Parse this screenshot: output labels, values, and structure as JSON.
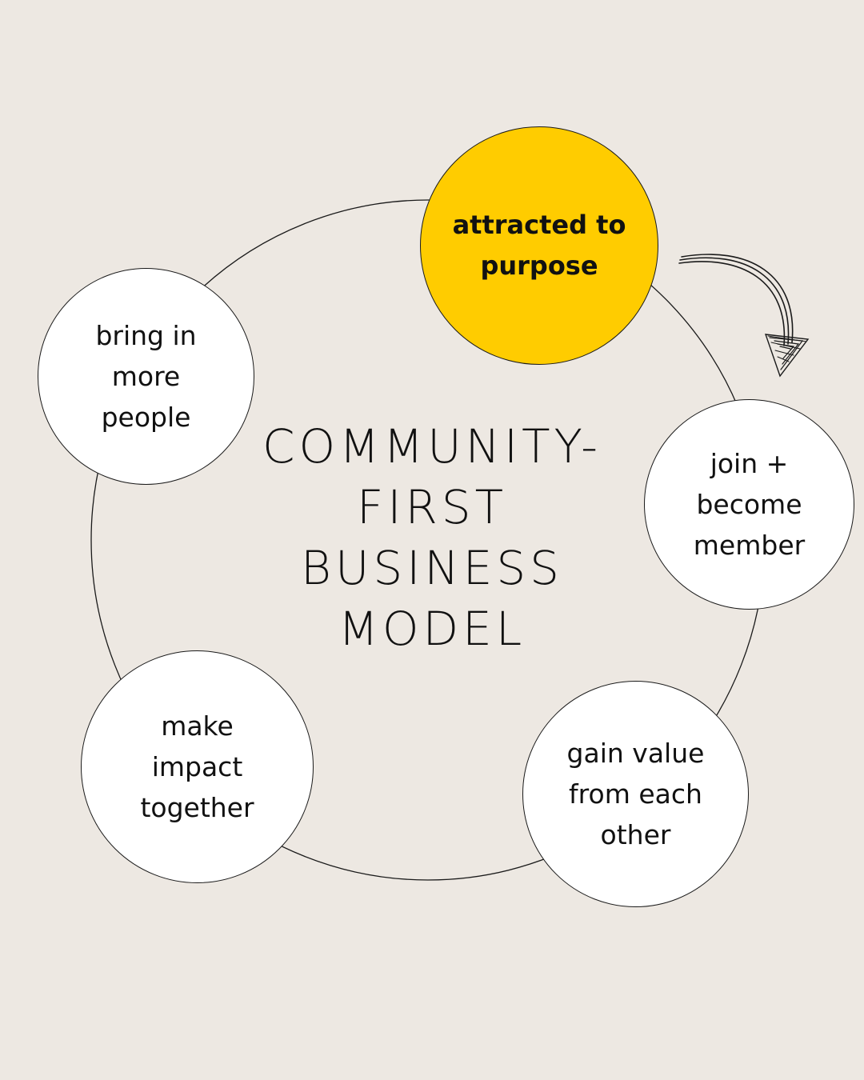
{
  "diagram": {
    "title_lines": [
      "COMMUNITY-",
      "FIRST",
      "BUSINESS",
      "MODEL"
    ],
    "stages": [
      {
        "label": "attracted to\npurpose",
        "highlighted": true
      },
      {
        "label": "join +\nbecome\nmember",
        "highlighted": false
      },
      {
        "label": "gain value\nfrom each\nother",
        "highlighted": false
      },
      {
        "label": "make\nimpact\ntogether",
        "highlighted": false
      },
      {
        "label": "bring in\nmore\npeople",
        "highlighted": false
      }
    ],
    "colors": {
      "background": "#ede8e2",
      "highlight": "#ffcc00",
      "node": "#ffffff",
      "stroke": "#1a1a1a"
    },
    "arrow_icon": "hand-drawn-curved-arrow-icon"
  }
}
